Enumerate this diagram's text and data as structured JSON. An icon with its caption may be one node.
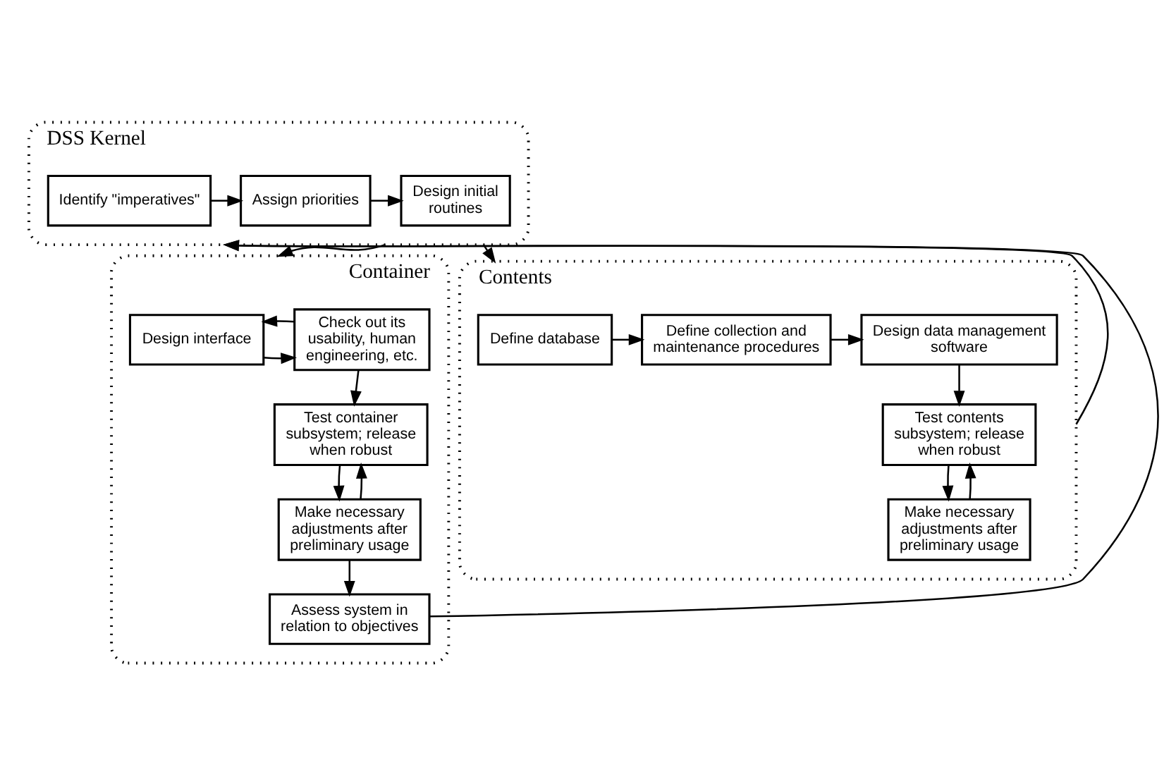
{
  "diagram": {
    "nodes": [
      {
        "text": [
          "DSS Kernel"
        ]
      },
      {
        "text": [
          "Identify \"imperatives\""
        ],
        "in": 0
      },
      {
        "text": [
          "Assign priorities"
        ],
        "in": 0
      },
      {
        "text": [
          "Design initial routines"
        ],
        "in": 0
      },
      {
        "text": [
          "Container"
        ]
      },
      {
        "text": [
          "Design interface"
        ],
        "in": 4
      },
      {
        "text": [
          "Check out its usability, human engineering, etc."
        ],
        "in": 4
      },
      {
        "text": [
          "Test container subsystem; release when robust"
        ],
        "in": 4
      },
      {
        "text": [
          "Make necessary adjustments after preliminary usage"
        ],
        "in": 4
      },
      {
        "text": [
          "Assess system in relation to objectives"
        ],
        "in": 4
      },
      {
        "text": [
          "Contents"
        ]
      },
      {
        "text": [
          "Define database"
        ],
        "in": 10
      },
      {
        "text": [
          "Define collection and maintenance procedures"
        ],
        "in": 10
      },
      {
        "text": [
          "Design data management software"
        ],
        "in": 10
      },
      {
        "text": [
          "Test contents subsystem; release when robust"
        ],
        "in": 10
      },
      {
        "text": [
          "Make necessary adjustments after preliminary usage"
        ],
        "in": 10
      }
    ],
    "edges": [
      {
        "from": 1,
        "to": 2,
        "arrow": "to"
      },
      {
        "from": 2,
        "to": 3,
        "arrow": "to"
      },
      {
        "from": 0,
        "to": 4,
        "arrow": "to"
      },
      {
        "from": 0,
        "to": 10,
        "arrow": "to"
      },
      {
        "from": 10,
        "to": 0,
        "arrow": "to"
      },
      {
        "from": 5,
        "to": 6,
        "arrow": "to"
      },
      {
        "from": 6,
        "to": 5,
        "arrow": "to"
      },
      {
        "from": 6,
        "to": 7,
        "arrow": "to"
      },
      {
        "from": 7,
        "to": 8,
        "arrow": "to"
      },
      {
        "from": 8,
        "to": 7,
        "arrow": "to"
      },
      {
        "from": 8,
        "to": 9,
        "arrow": "to"
      },
      {
        "from": 9,
        "to": 0,
        "arrow": "to"
      },
      {
        "from": 11,
        "to": 12,
        "arrow": "to"
      },
      {
        "from": 12,
        "to": 13,
        "arrow": "to"
      },
      {
        "from": 13,
        "to": 14,
        "arrow": "to"
      },
      {
        "from": 14,
        "to": 15,
        "arrow": "to"
      },
      {
        "from": 15,
        "to": 14,
        "arrow": "to"
      }
    ]
  }
}
